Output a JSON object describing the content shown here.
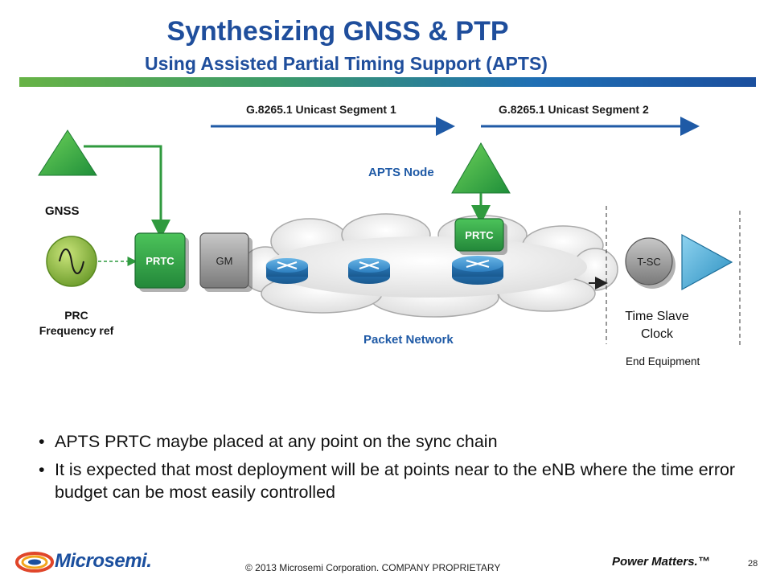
{
  "slide": {
    "title": "Synthesizing GNSS & PTP",
    "subtitle": "Using Assisted Partial Timing Support (APTS)",
    "page_number": "28"
  },
  "diagram": {
    "segment1_label": "G.8265.1 Unicast Segment 1",
    "segment2_label": "G.8265.1 Unicast Segment 2",
    "apts_node_label": "APTS Node",
    "gnss_label": "GNSS",
    "prc_label_line1": "PRC",
    "prc_label_line2": "Frequency ref",
    "prtc_left_label": "PRTC",
    "gm_label": "GM",
    "prtc_apts_label": "PRTC",
    "tsc_label": "T-SC",
    "packet_network_label": "Packet Network",
    "time_slave_line1": "Time Slave",
    "time_slave_line2": "Clock",
    "end_equipment_label": "End Equipment"
  },
  "bullets": [
    "APTS PRTC maybe placed at any point on the sync chain",
    "It is expected that most deployment will be at points near to the eNB where the time error budget can be most easily controlled"
  ],
  "footer": {
    "logo_text": "Microsemi.",
    "copyright": "© 2013 Microsemi Corporation. COMPANY PROPRIETARY",
    "tagline": "Power Matters.™"
  },
  "colors": {
    "title_blue": "#1f4e9c",
    "green": "#3aa64a",
    "arrow_blue": "#1f5aa6",
    "gray_node": "#8c8c8c"
  }
}
